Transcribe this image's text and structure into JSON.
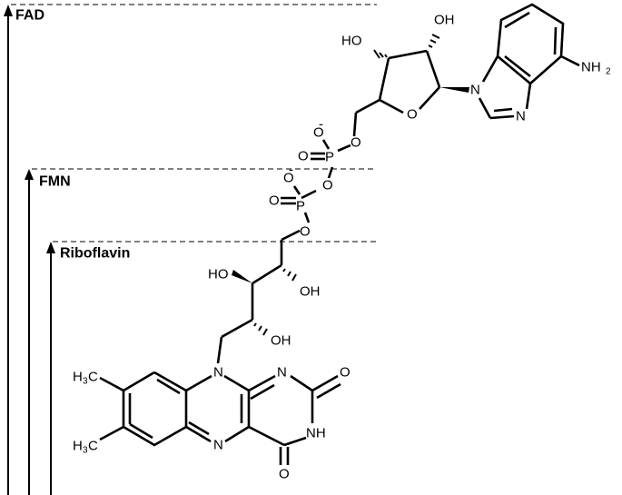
{
  "levels": {
    "fad": "FAD",
    "fmn": "FMN",
    "riboflavin": "Riboflavin"
  },
  "atoms": {
    "oxygen": "O",
    "nitrogen": "N",
    "phosphorus": "P",
    "hydroxyl": "OH",
    "hydroxyl_left": "HO",
    "amine_n": "NH",
    "amine_sub": "2",
    "charge": "-",
    "methyl_h": "H",
    "methyl_sub": "3",
    "methyl_c": "C",
    "imide": "NH"
  },
  "colors": {
    "ink": "#000000",
    "background": "#ffffff"
  }
}
